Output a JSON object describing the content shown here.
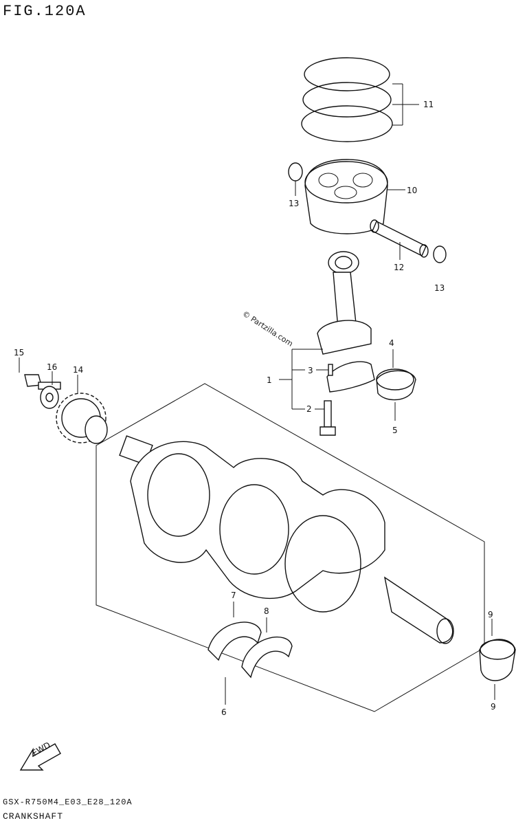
{
  "figure": {
    "title": "FIG.120A",
    "code": "GSX-R750M4_E03_E28_120A",
    "caption": "CRANKSHAFT",
    "watermark": "© Partzilla.com",
    "fwd_label": "FWD"
  },
  "callouts": [
    {
      "id": "c1",
      "label": "1"
    },
    {
      "id": "c2",
      "label": "2"
    },
    {
      "id": "c3",
      "label": "3"
    },
    {
      "id": "c4",
      "label": "4"
    },
    {
      "id": "c5",
      "label": "5"
    },
    {
      "id": "c6",
      "label": "6"
    },
    {
      "id": "c7",
      "label": "7"
    },
    {
      "id": "c8",
      "label": "8"
    },
    {
      "id": "c9a",
      "label": "9"
    },
    {
      "id": "c9b",
      "label": "9"
    },
    {
      "id": "c10",
      "label": "10"
    },
    {
      "id": "c11",
      "label": "11"
    },
    {
      "id": "c12",
      "label": "12"
    },
    {
      "id": "c13a",
      "label": "13"
    },
    {
      "id": "c13b",
      "label": "13"
    },
    {
      "id": "c14",
      "label": "14"
    },
    {
      "id": "c15",
      "label": "15"
    },
    {
      "id": "c16",
      "label": "16"
    }
  ]
}
